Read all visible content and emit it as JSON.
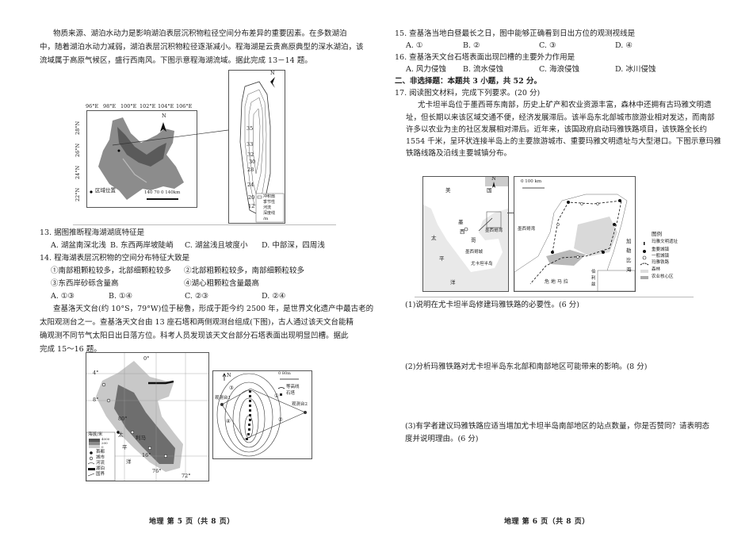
{
  "left_page": {
    "intro": [
      "物质来源、湖泊水动力是影响湖泊表层沉积物粒径空间分布差异的重要因素。在多数湖泊",
      "中，随着湖泊水动力减弱，湖泊表层沉积物粒径逐渐减小。程海湖是云贵高原典型的深水湖泊，该",
      "流域属于高原气候区，盛行西南风。下图示意程海湖流域。据此完成 13－14 题。"
    ],
    "figure1": {
      "north": "N",
      "lon_ticks": [
        "96°E",
        "98°E",
        "100°E",
        "102°E",
        "104°E",
        "106°E"
      ],
      "lat_ticks": [
        "28°N",
        "26°N",
        "24°N",
        "22°N"
      ],
      "location_legend": "区域位置",
      "scale": "140 70  0       140km",
      "depth_labels": [
        "35",
        "33",
        "32",
        "30",
        "28",
        "24",
        "20",
        "12"
      ],
      "legend": [
        "冲积扇",
        "季节性",
        "河流",
        "深度线",
        "/m"
      ]
    },
    "q13": {
      "stem": "13. 据图推断程海湖湖底特征是",
      "options": [
        "A. 湖盆南深北浅",
        "B. 东西两岸坡陡峭",
        "C. 湖盆浅且坡度小",
        "D. 中部深，四周浅"
      ]
    },
    "q14": {
      "stem": "14. 程海湖表层沉积物的空间分布特征大致是",
      "statements": [
        "①南部粗颗粒较多，北部细颗粒较多",
        "②北部粗颗粒较多，南部细颗粒较多",
        "③东西岸砂砾含量高",
        "④湖心粗颗粒含量最高"
      ],
      "options": [
        "A. ①③",
        "B. ①④",
        "C. ②③",
        "D. ②④"
      ]
    },
    "intro2": [
      "查基洛天文台(约 10°S，79°W)位于秘鲁，形成于距今约 2500 年，是世界文化遗产中最古老的",
      "太阳观测台之一。查基洛天文台由 13 座石塔和两侧观测台组成(下图)，古人通过该天文台能精",
      "确观测不同节气太阳日出日落方位。科考人员发现该天文台部分石塔表面出现明显凹槽。据此",
      "完成 15～16 题。"
    ],
    "figure2": {
      "lat_ticks": [
        "0°",
        "4°",
        "8°",
        "16°"
      ],
      "lon_ticks": [
        "80°",
        "76°",
        "72°"
      ],
      "ocean": [
        "太",
        "平",
        "洋"
      ],
      "city": "利马",
      "legend_title": "海拔/米",
      "legend_values": [
        "4000",
        "200",
        "0"
      ],
      "legend_items": [
        "首都",
        "城市",
        "河流",
        "湖泊",
        "国界"
      ],
      "north": "N",
      "scale": "0     80m",
      "inset_legend": [
        "等高线",
        "石塔"
      ],
      "observatories": [
        "观测台1",
        "观测台2"
      ],
      "sightlines": [
        "①",
        "②",
        "③",
        "④"
      ]
    },
    "footer": "地理 第 5 页（共 8 页）"
  },
  "right_page": {
    "q15": {
      "stem": "15. 查基洛当地白昼最长之日，图中能够正确看到日出方位的观测视线是",
      "options": [
        "A. ①",
        "B. ②",
        "C. ③",
        "D. ④"
      ]
    },
    "q16": {
      "stem": "16. 查基洛天文台石塔表面出现凹槽的主要外力作用是",
      "options": [
        "A. 风力侵蚀",
        "B. 流水侵蚀",
        "C. 海浪侵蚀",
        "D. 冰川侵蚀"
      ]
    },
    "section2": "二、非选择题：本题共 3 小题，共 52 分。",
    "q17": {
      "stem": "17. 阅读图文材料，完成下列要求。(20 分)",
      "material": [
        "尤卡坦半岛位于墨西哥东南部，历史上矿产和农业资源丰富，森林中还拥有古玛雅文明遗",
        "址，但长期以来该区域交通不便，经济发展滞后。该半岛东北部城市旅游业相对发达，而南部",
        "许多以农业为主的社区发展相对滞后。近年来，该国政府启动玛雅铁路项目，该铁路全长约",
        "1554 千米，呈环状连接半岛上的主要旅游城市、重要玛雅文明遗址与大型港口。下图示意玛雅",
        "铁路线路及沿线主要城镇分布。"
      ],
      "figure3": {
        "left_map": {
          "usa": [
            "美",
            "国"
          ],
          "mexico": [
            "墨",
            "西",
            "哥"
          ],
          "gulf": "墨西哥湾",
          "capital": "墨西哥城",
          "peninsula": "尤卡坦半岛",
          "pacific": [
            "太",
            "平",
            "洋"
          ],
          "north": "N"
        },
        "right_map": {
          "scale": "0     100 km",
          "gulf": "墨西哥湾",
          "guatemala": "危 地 马 拉",
          "belize": [
            "伯",
            "利",
            "兹"
          ],
          "caribbean": [
            "加",
            "勒",
            "比",
            "海"
          ]
        },
        "legend_title": "图例",
        "legend": [
          "玛雅文明遗址",
          "重要城镇",
          "一般城镇",
          "玛雅铁路",
          "森林",
          "农业核心区"
        ]
      },
      "sub": [
        "(1)说明在尤卡坦半岛修建玛雅铁路的必要性。(6 分)",
        "(2)分析玛雅铁路对尤卡坦半岛东北部和南部地区可能带来的影响。(8 分)",
        "(3)有学者建议玛雅铁路应适当增加尤卡坦半岛南部地区的站点数量，你是否赞同？请表明态",
        "度并说明理由。(6 分)"
      ]
    },
    "footer": "地理 第 6 页（共 8 页）"
  }
}
